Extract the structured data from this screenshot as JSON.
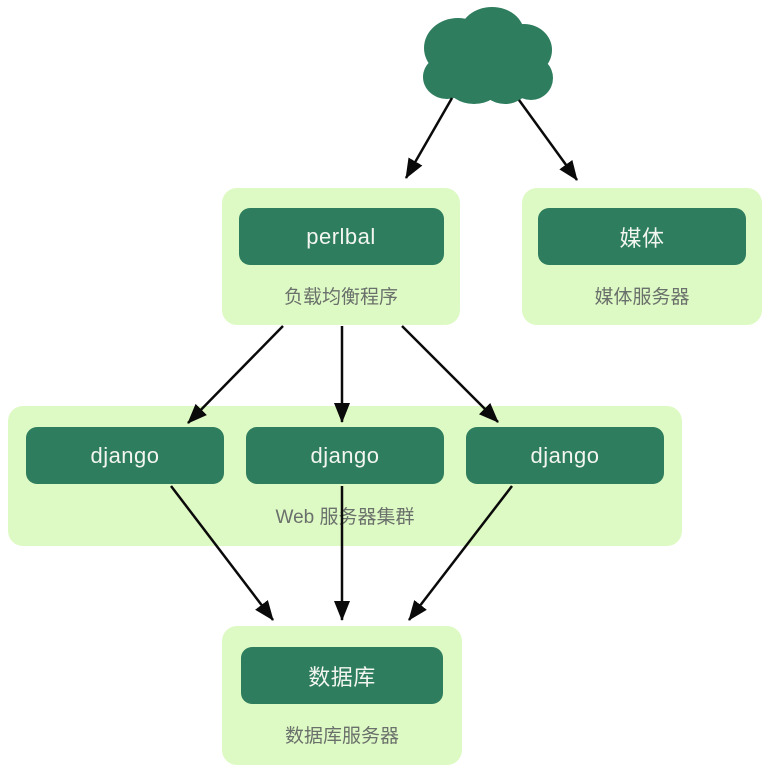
{
  "colors": {
    "node_fill": "#2E7D5E",
    "group_fill": "#DEFAC4",
    "node_text": "#F2F5F0",
    "group_label_text": "#6A706B",
    "arrow": "#0A0A0A",
    "background": "#FFFFFF"
  },
  "cloud": {
    "icon": "cloud-icon"
  },
  "groups": {
    "load_balancer": {
      "label": "负载均衡程序",
      "nodes": [
        "perlbal"
      ]
    },
    "media": {
      "label": "媒体服务器",
      "nodes": [
        "媒体"
      ]
    },
    "web_cluster": {
      "label": "Web 服务器集群",
      "nodes": [
        "django",
        "django",
        "django"
      ]
    },
    "database": {
      "label": "数据库服务器",
      "nodes": [
        "数据库"
      ]
    }
  },
  "edges": [
    {
      "from": "cloud",
      "to": "perlbal"
    },
    {
      "from": "cloud",
      "to": "媒体"
    },
    {
      "from": "perlbal",
      "to": "django-1"
    },
    {
      "from": "perlbal",
      "to": "django-2"
    },
    {
      "from": "perlbal",
      "to": "django-3"
    },
    {
      "from": "django-1",
      "to": "数据库"
    },
    {
      "from": "django-2",
      "to": "数据库"
    },
    {
      "from": "django-3",
      "to": "数据库"
    }
  ]
}
